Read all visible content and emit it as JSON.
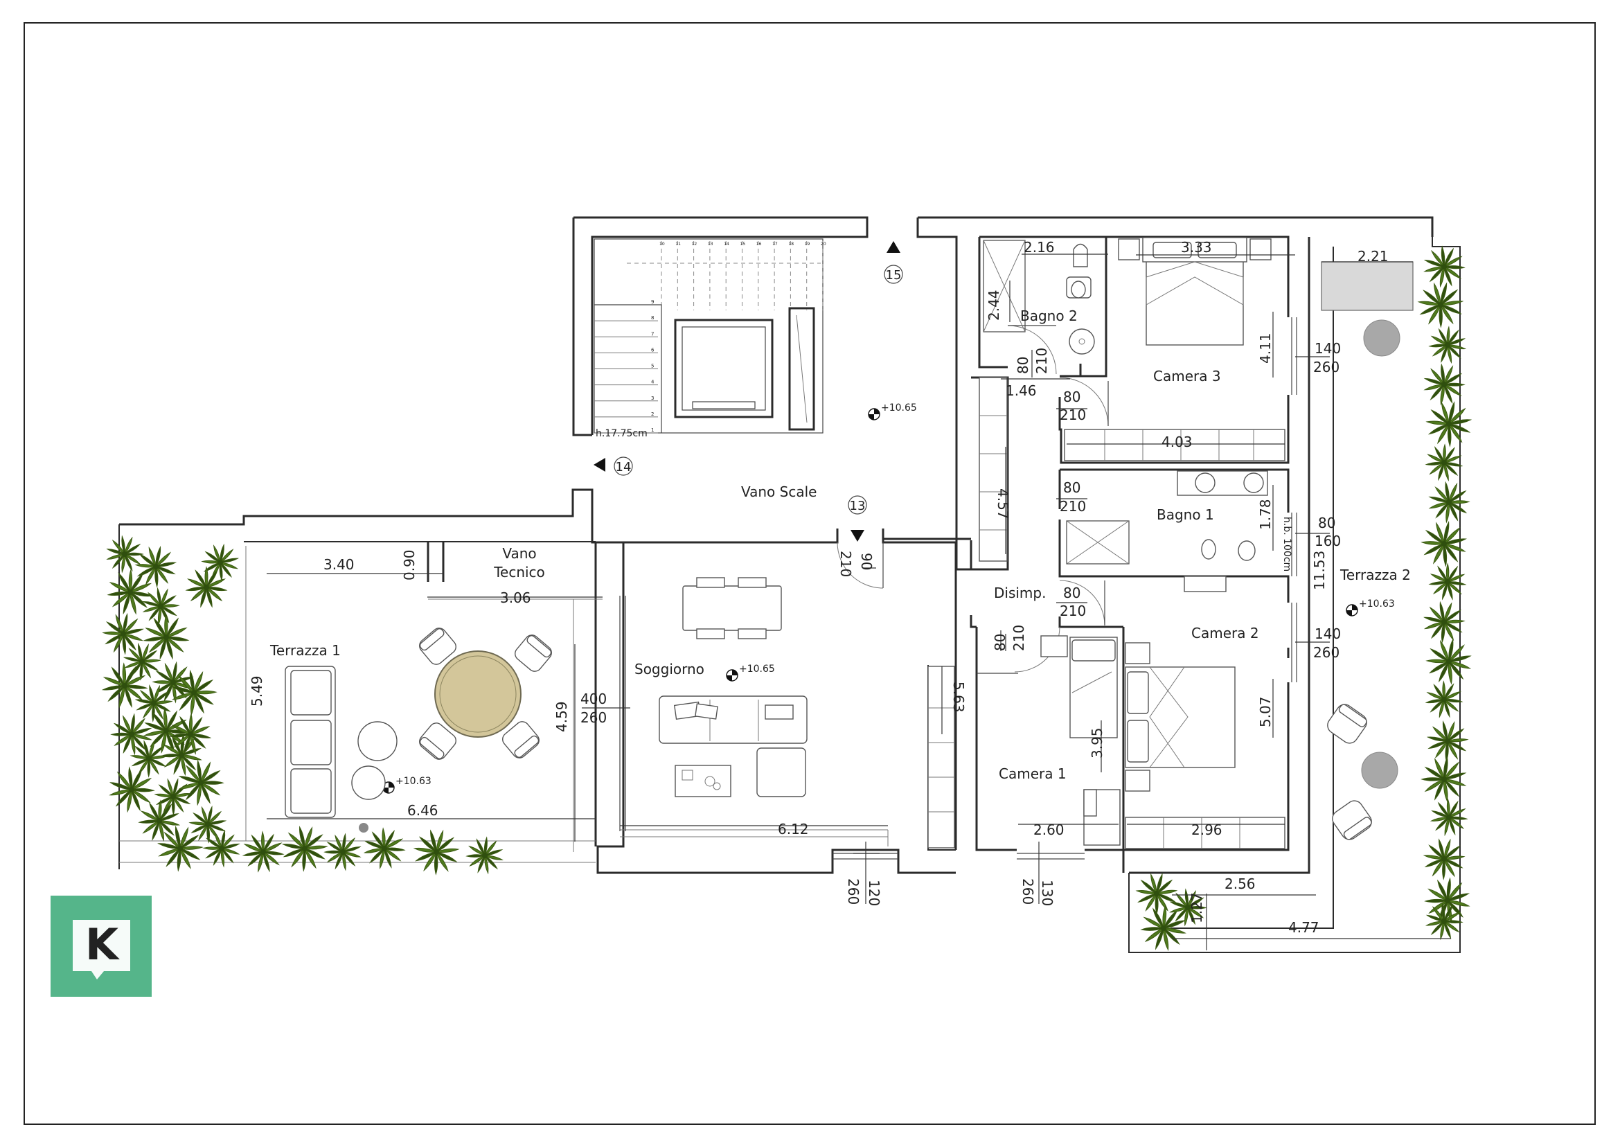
{
  "colors": {
    "plant": "#4f7a1d",
    "plant_dark": "#2f4f0e",
    "table_top": "#d3c69a",
    "gray_disc": "#a8a8a8",
    "logo_bg": "#55b58a",
    "walls": "#2b2b2b"
  },
  "logo": {
    "letter": "K",
    "icon": "k-chat-logo-icon"
  },
  "rooms": {
    "vano_scale": "Vano Scale",
    "vano_tecnico_1": "Vano",
    "vano_tecnico_2": "Tecnico",
    "terrazza_1": "Terrazza 1",
    "soggiorno": "Soggiorno",
    "bagno_2": "Bagno 2",
    "camera_3": "Camera 3",
    "bagno_1": "Bagno 1",
    "disimp": "Disimp.",
    "camera_2": "Camera 2",
    "camera_1": "Camera 1",
    "terrazza_2": "Terrazza 2"
  },
  "levels": {
    "scale": "+10.65",
    "soggiorno": "+10.65",
    "terrazza_1": "+10.63",
    "terrazza_2": "+10.63"
  },
  "markers": {
    "m13": "13",
    "m14": "14",
    "m15": "15"
  },
  "dimensions": {
    "t1_width": "3.40",
    "t1_gap": "0.90",
    "t1_inner": "3.06",
    "t1_height": "5.49",
    "t1_bottom": "6.46",
    "sog_height": "4.59",
    "sog_window_w": "400",
    "sog_window_h": "260",
    "sog_bottom": "6.12",
    "door_scale_w": "90",
    "door_scale_h": "210",
    "corr_height": "5.63",
    "win_sog_w": "120",
    "win_sog_h": "260",
    "b2_width": "2.16",
    "b2_height": "2.44",
    "b2_door_w": "80",
    "b2_door_h": "210",
    "c3_width": "3.33",
    "c3_height": "4.11",
    "c3_door_w": "80",
    "c3_door_h": "210",
    "c3_wardrobe": "4.03",
    "c3_win_w": "140",
    "c3_win_h": "260",
    "hall_width": "1.46",
    "hall_length": "4.57",
    "b1_door_w": "80",
    "b1_door_h": "210",
    "b1_height": "1.78",
    "b1_win_w": "80",
    "b1_win_h": "160",
    "b1_note": "h.b. 100cm",
    "c2_door_w": "80",
    "c2_door_h": "210",
    "c2_height": "5.07",
    "c2_width": "2.96",
    "c2_win_w": "140",
    "c2_win_h": "260",
    "c1_door_w": "80",
    "c1_door_h": "210",
    "c1_depth": "3.95",
    "c1_width": "2.60",
    "c1_win_w": "130",
    "c1_win_h": "260",
    "t2_width": "2.21",
    "t2_height": "11.53",
    "t2_bottom_inner": "2.56",
    "t2_bottom": "4.77",
    "t2_step": "1.27"
  },
  "stairs": {
    "upper_steps": [
      "10",
      "11",
      "12",
      "13",
      "14",
      "15",
      "16",
      "17",
      "18",
      "19",
      "20"
    ],
    "lower_steps": [
      "9",
      "8",
      "7",
      "6",
      "5",
      "4",
      "3",
      "2",
      "1"
    ],
    "note": "h.17.75cm"
  }
}
